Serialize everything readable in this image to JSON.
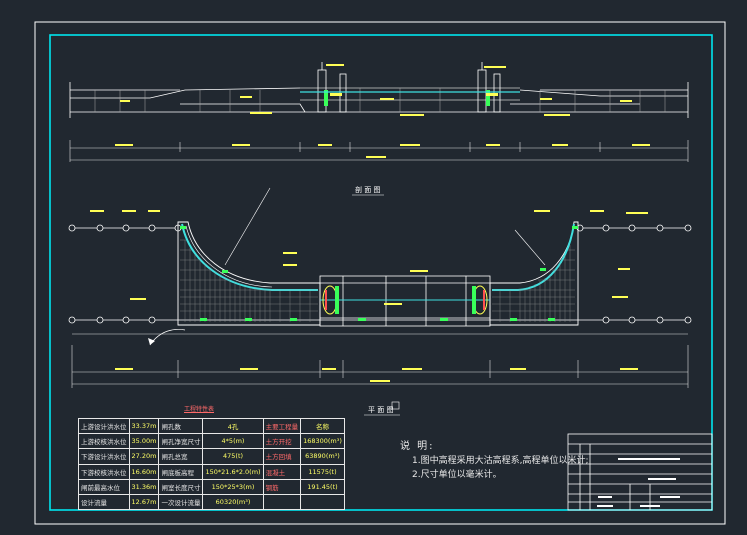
{
  "section_plan_caption": "剖 面 图",
  "plan_caption": "平 面 图",
  "notes": {
    "title": "说  明:",
    "lines": [
      "1.图中高程采用大沽高程系,高程单位以米计;",
      "2.尺寸单位以毫米计。"
    ]
  },
  "table": {
    "title": "工程特性表",
    "rows": [
      {
        "k1": "上游设计洪水位",
        "v1": "33.37m",
        "k2": "闸孔数",
        "v2": "4孔",
        "k3": "主要工程量",
        "v3": "名称"
      },
      {
        "k1": "上游校核洪水位",
        "v1": "35.00m",
        "k2": "闸孔净宽尺寸",
        "v2": "4*5(m)",
        "k3": "土方开挖",
        "v3": "168300(m³)"
      },
      {
        "k1": "下游设计洪水位",
        "v1": "27.20m",
        "k2": "闸孔总宽",
        "v2": "475(t)",
        "k3": "土方回填",
        "v3": "63890(m³)"
      },
      {
        "k1": "下游校核洪水位",
        "v1": "16.60m",
        "k2": "闸底板高程",
        "v2": "150*21.6*2.0(m)",
        "k3": "混凝土",
        "v3": "11575(t)"
      },
      {
        "k1": "闸前最高水位",
        "v1": "31.36m",
        "k2": "闸室长度尺寸",
        "v2": "150*25*3(m)",
        "k3": "钢筋",
        "v3": "191.45(t)"
      },
      {
        "k1": "设计流量",
        "v1": "12.67m",
        "k2": "一次设计流量",
        "v2": "60320(m³)",
        "k3": "",
        "v3": ""
      }
    ]
  },
  "colors": {
    "background": "#212830",
    "frame": "#00e5ee",
    "lines": "#ffffff",
    "dims": "#e0e0e0",
    "water": "#3fe0e0",
    "green": "#39ff5a",
    "yellow": "#ffff55",
    "red": "#ff5050"
  }
}
